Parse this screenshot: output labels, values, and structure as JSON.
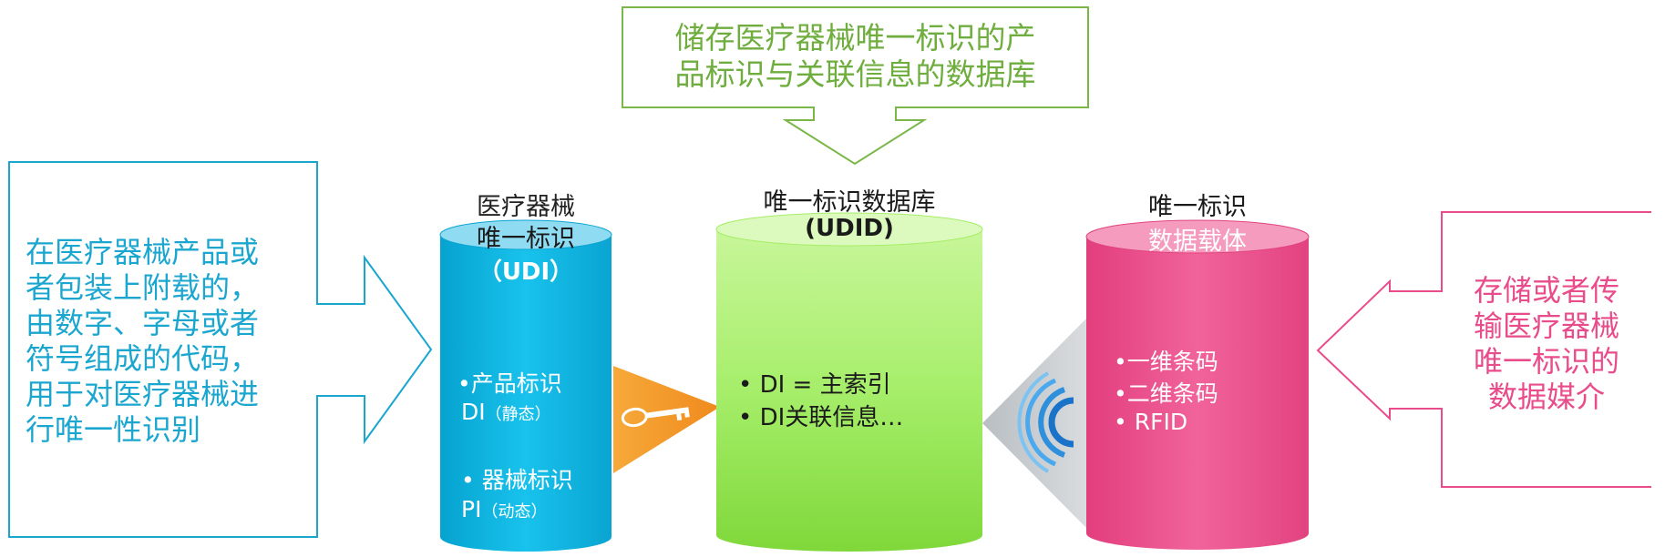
{
  "top_callout": {
    "lines": [
      "储存医疗器械唯一标识的产",
      "品标识与关联信息的数据库"
    ],
    "color": "#7AB648"
  },
  "left_callout": {
    "lines": [
      "在医疗器械产品或",
      "者包装上附载的，",
      "由数字、字母或者",
      "符号组成的代码，",
      "用于对医疗器械进",
      "行唯一性识别"
    ],
    "color": "#1BA6CF"
  },
  "right_callout": {
    "lines": [
      "存储或者传",
      "输医疗器械",
      "唯一标识的",
      "数据媒介"
    ],
    "color": "#E84C8B"
  },
  "cylinders": {
    "udi": {
      "title_1": "医疗器械",
      "title_2": "唯一标识",
      "title_3": "（UDI）",
      "item_1_label": "•产品标识",
      "item_1_code": "DI",
      "item_1_note": "（静态）",
      "item_2_label": "• 器械标识",
      "item_2_code": "PI",
      "item_2_note": "（动态）",
      "color": "#0BB3DE"
    },
    "udid": {
      "title_1": "唯一标识数据库",
      "title_2": "(UDID)",
      "item_1": "• DI = 主索引",
      "item_2": "• DI关联信息…",
      "color": "#8EE43C"
    },
    "carrier": {
      "title_1": "唯一标识",
      "title_2": "数据载体",
      "item_1": "•一维条码",
      "item_2": "•二维条码",
      "item_3": "• RFID",
      "color": "#EC4F8A"
    }
  },
  "icons": [
    "key-icon",
    "wireless-signal-icon"
  ]
}
